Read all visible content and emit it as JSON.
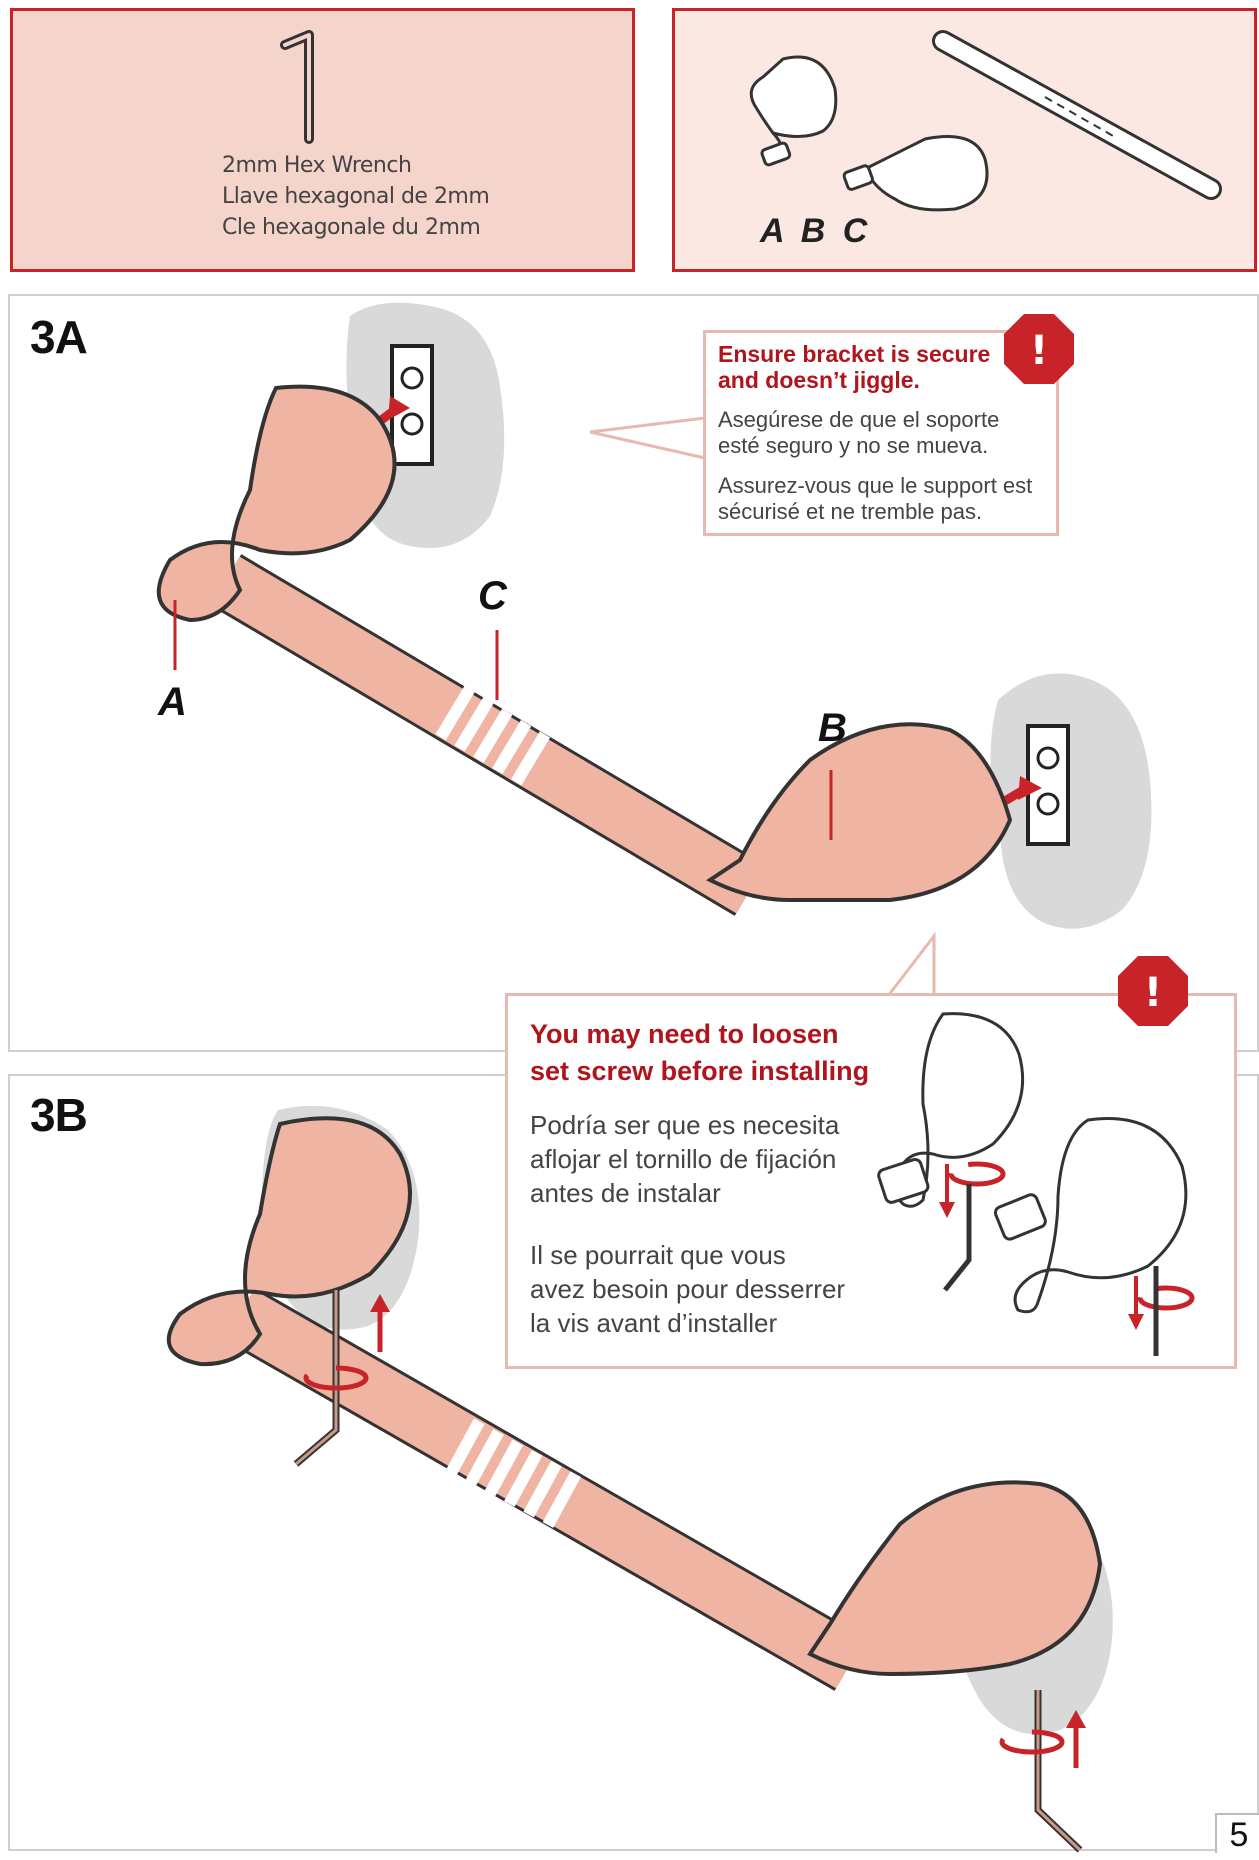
{
  "tools": {
    "wrench_label_lines": [
      "2mm Hex Wrench",
      "Llave hexagonal de 2mm",
      "Cle hexagonale du 2mm"
    ]
  },
  "parts": {
    "labels": "A B C"
  },
  "step_3a": {
    "label": "3A",
    "part_a": "A",
    "part_b": "B",
    "part_c": "C",
    "callout": {
      "warning": "Ensure bracket is secure and doesn’t jiggle.",
      "spanish": "Asegúrese de que el soporte esté seguro y no se mueva.",
      "french": "Assurez-vous que le support est sécurisé et ne tremble pas."
    }
  },
  "step_3b": {
    "label": "3B",
    "callout": {
      "warning_line1": "You may need to loosen",
      "warning_line2": "set screw before installing",
      "spanish_line1": "Podría ser que es necesita",
      "spanish_line2": "aflojar el tornillo de fijación",
      "spanish_line3": "antes de instalar",
      "french_line1": "Il se pourrait que vous",
      "french_line2": "avez besoin pour desserrer",
      "french_line3": "la vis avant d’installer"
    }
  },
  "alert_symbol": "!",
  "page_number": "5",
  "colors": {
    "accent_red": "#c9232a",
    "copper": "#f0b4a2",
    "wall_gray": "#d9d9d9"
  }
}
